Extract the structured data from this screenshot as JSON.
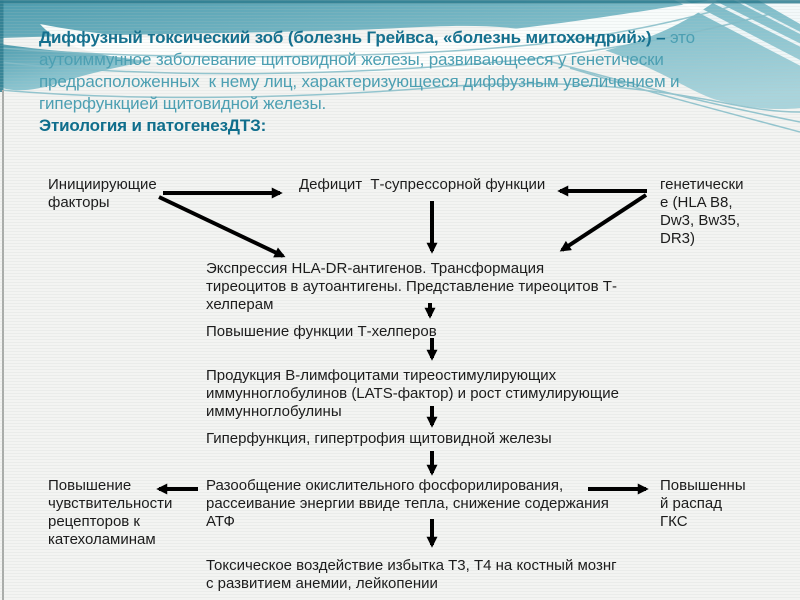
{
  "header": {
    "bold_intro": "Диффузный токсический зоб (болезнь Грейвса, «болезнь митохондрий») – ",
    "body": "это\nаутоиммунное заболевание щитовидной железы, развивающееся у генетически\nпредрасположенных  к нему лиц, характеризующееся диффузным увеличением и\nгиперфункцией щитовидной железы.",
    "subtitle": "Этиология и патогенезДТЗ:"
  },
  "flow": {
    "initiating": "Инициирующие\nфакторы",
    "deficit": "Дефицит  Т-супрессорной функции",
    "genetic": "генетически\nе (HLA B8,\nDw3, Bw35,\nDR3)",
    "expression": "Экспрессия HLA-DR-антигенов. Трансформация\nтиреоцитов в аутоантигены. Представление тиреоцитов Т-\nхелперам",
    "t_helpers": "Повышение функции Т-хелперов",
    "production": "Продукция В-лимфоцитами тиреостимулирующих\nиммунноглобулинов (LATS-фактор) и рост стимулирующие\nиммунноглобулины",
    "hyperfunction": "Гиперфункция, гипертрофия щитовидной железы",
    "uncoupling": "Разообщение окислительного фосфорилирования,\nрассеивание энергии ввиде тепла, снижение содержания\nАТФ",
    "sensitivity": "Повышение\nчувствительности\nрецепторов к\nкатехоламинам",
    "gks": "Повышенны\nй распад\nГКС",
    "toxic": "Токсическое воздействие избытка Т3, Т4 на костный мознг\nс развитием анемии, лейкопении"
  },
  "colors": {
    "header_bold": "#15708e",
    "header_body": "#4c9fb2",
    "wave_teal_dark": "#2e7d8f",
    "wave_teal_light": "#a9d4dc",
    "flow_text": "#1c1c1c",
    "arrow": "#000000",
    "background": "#f3f4f2"
  }
}
